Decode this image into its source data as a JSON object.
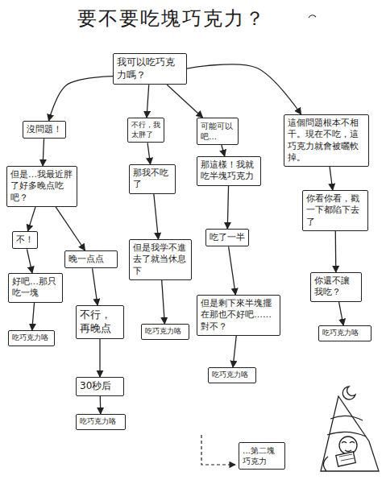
{
  "diagram": {
    "title": "要不要吃塊巧克力？",
    "nodes": [
      {
        "text": [
          "我可以吃巧克力嗎？"
        ]
      },
      {
        "text": [
          "沒問題！"
        ]
      },
      {
        "text": [
          "不行，我太胖了"
        ]
      },
      {
        "text": [
          "可能可以吧…"
        ]
      },
      {
        "text": [
          "這個問題根本不相干。現在不吃，這巧克力就會被曬軟掉。"
        ]
      },
      {
        "text": [
          "但是…我最近胖了好多晚点吃吧？"
        ]
      },
      {
        "text": [
          "不！"
        ]
      },
      {
        "text": [
          "晚一点点"
        ]
      },
      {
        "text": [
          "好吧…那只吃一塊"
        ]
      },
      {
        "text": [
          "吃巧克力咯"
        ]
      },
      {
        "text": [
          "不行，再晚点"
        ]
      },
      {
        "text": [
          "30秒后"
        ]
      },
      {
        "text": [
          "吃巧克力咯"
        ]
      },
      {
        "text": [
          "那我不吃了"
        ]
      },
      {
        "text": [
          "但是我学不進去了就当休息下"
        ]
      },
      {
        "text": [
          "吃巧克力咯"
        ]
      },
      {
        "text": [
          "那這樣！我就吃半塊巧克力"
        ]
      },
      {
        "text": [
          "吃了一半"
        ]
      },
      {
        "text": [
          "但是剩下來半塊擺在那也不好吧……對不？"
        ]
      },
      {
        "text": [
          "吃巧克力咯"
        ]
      },
      {
        "text": [
          "你看你看，戳一下都陷下去了"
        ]
      },
      {
        "text": [
          "你還不讓我吃？"
        ]
      },
      {
        "text": [
          "吃巧克力咯"
        ]
      },
      {
        "text": [
          "…第二塊巧克力"
        ]
      }
    ],
    "edges": [
      {
        "from": 0,
        "to": 1,
        "arrow": "to"
      },
      {
        "from": 0,
        "to": 2,
        "arrow": "to"
      },
      {
        "from": 0,
        "to": 3,
        "arrow": "to"
      },
      {
        "from": 0,
        "to": 4,
        "arrow": "to"
      },
      {
        "from": 1,
        "to": 5,
        "arrow": "to"
      },
      {
        "from": 5,
        "to": 6,
        "arrow": "to"
      },
      {
        "from": 5,
        "to": 7,
        "arrow": "to"
      },
      {
        "from": 6,
        "to": 8,
        "arrow": "to"
      },
      {
        "from": 8,
        "to": 9,
        "arrow": "to"
      },
      {
        "from": 7,
        "to": 10,
        "arrow": "to"
      },
      {
        "from": 10,
        "to": 11,
        "arrow": "to"
      },
      {
        "from": 11,
        "to": 12,
        "arrow": "to"
      },
      {
        "from": 2,
        "to": 13,
        "arrow": "to"
      },
      {
        "from": 13,
        "to": 14,
        "arrow": "to"
      },
      {
        "from": 14,
        "to": 15,
        "arrow": "to"
      },
      {
        "from": 3,
        "to": 16,
        "arrow": "to"
      },
      {
        "from": 16,
        "to": 17,
        "arrow": "to"
      },
      {
        "from": 17,
        "to": 18,
        "arrow": "to"
      },
      {
        "from": 18,
        "to": 19,
        "arrow": "to"
      },
      {
        "from": 4,
        "to": 20,
        "arrow": "to"
      },
      {
        "from": 20,
        "to": 21,
        "arrow": "to"
      },
      {
        "from": 21,
        "to": 22,
        "arrow": "to"
      }
    ]
  }
}
